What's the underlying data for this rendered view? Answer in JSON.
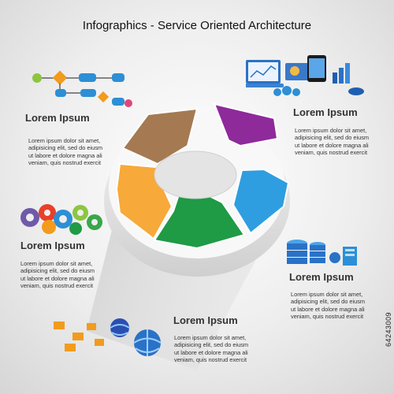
{
  "title": "Infographics - Service Oriented Architecture",
  "blocks": [
    {
      "heading": "Lorem Ipsum",
      "lines": [
        "Lorem ipsum dolor sit amet,",
        "adipisicing elit, sed do eiusm",
        "ut labore et dolore magna ali",
        "veniam, quis nostrud exercit"
      ]
    },
    {
      "heading": "Lorem Ipsum",
      "lines": [
        "Lorem ipsum dolor sit amet,",
        "adipisicing elit, sed do eiusm",
        "ut labore et dolore magna ali",
        "veniam, quis nostrud exercit"
      ]
    },
    {
      "heading": "Lorem Ipsum",
      "lines": [
        "Lorem ipsum dolor sit amet,",
        "adipisicing elit, sed do eiusm",
        "ut labore et dolore magna ali",
        "veniam, quis nostrud exercit"
      ]
    },
    {
      "heading": "Lorem Ipsum",
      "lines": [
        "Lorem ipsum dolor sit amet,",
        "adipisicing elit, sed do eiusm",
        "ut labore et dolore magna ali",
        "veniam, quis nostrud exercit"
      ]
    },
    {
      "heading": "Lorem Ipsum",
      "lines": [
        "Lorem ipsum dolor sit amet,",
        "adipisicing elit, sed do eiusm",
        "ut labore et dolore magna ali",
        "veniam, quis nostrud exercit"
      ]
    }
  ],
  "ring_segments": [
    {
      "name": "top-right",
      "color": "#8e2a9a"
    },
    {
      "name": "right",
      "color": "#2e9ee0"
    },
    {
      "name": "bottom",
      "color": "#1f9a45"
    },
    {
      "name": "left",
      "color": "#f7a93a"
    },
    {
      "name": "top-left",
      "color": "#a57a52"
    }
  ],
  "icons": {
    "flowchart": "flowchart-icon",
    "devices": "devices-icon",
    "gears": "gears-icon",
    "servers": "servers-icon",
    "globes": "globe-mail-icon"
  },
  "image_id": "64243009"
}
